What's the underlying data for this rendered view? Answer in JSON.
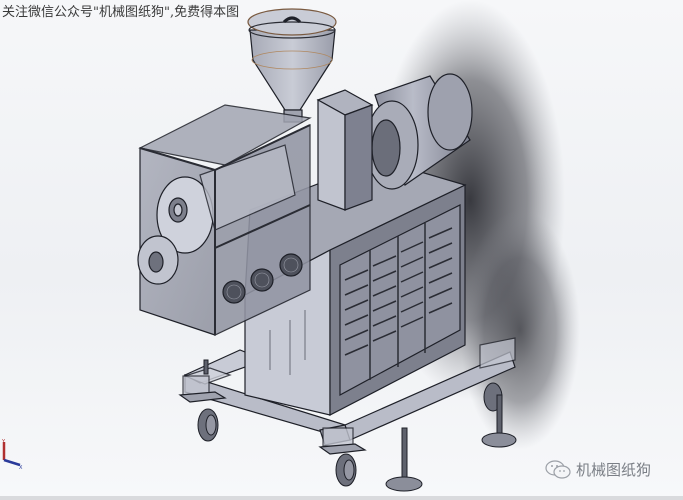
{
  "viewport": {
    "type": "3d-cad-model-view",
    "background_color": "#eef0f3",
    "model_description": "extruder machine assembly with hopper, transparent front enclosure with fans, motor cylinder, cabinet with grated doors, frame base with casters and leveling feet",
    "model_colors": {
      "body": "#9c9fae",
      "body_light": "#c4c7d3",
      "body_dark": "#5d606d",
      "edge": "#1e2028",
      "glass": "#b7bac6",
      "shadow": "#3f4046",
      "hopper_rim_accent": "#b08860"
    }
  },
  "watermarks": {
    "top_left_text": "关注微信公众号\"机械图纸狗\",免费得本图",
    "bottom_right_text": "机械图纸狗",
    "bottom_right_icon": "wechat-icon"
  },
  "triad": {
    "icon": "coordinate-triad-icon",
    "axes": [
      "Y",
      "X"
    ],
    "colors": {
      "y_axis": "#b03030",
      "x_axis": "#2a3a9a"
    }
  }
}
